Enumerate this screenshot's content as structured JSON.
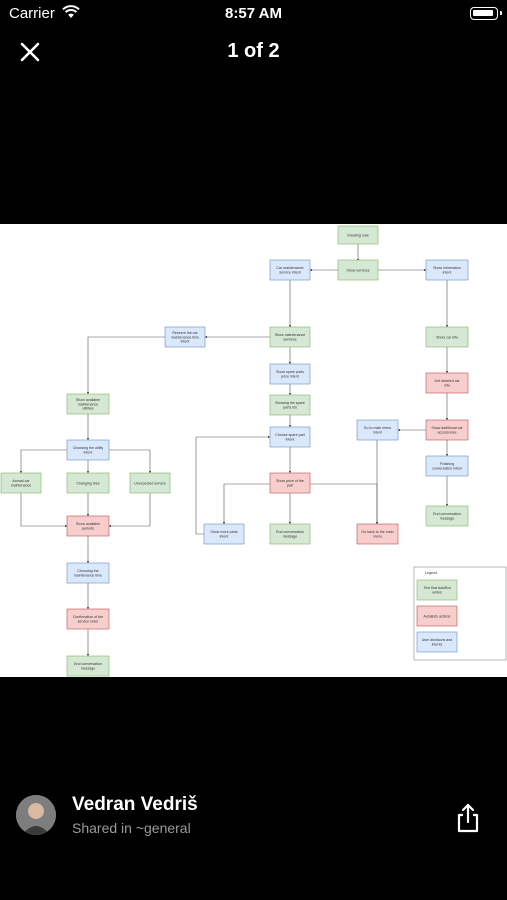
{
  "status": {
    "carrier": "Carrier",
    "time": "8:57 AM"
  },
  "nav": {
    "pager": "1 of 2"
  },
  "diagram": {
    "nodes": [
      {
        "id": "greeting",
        "label": "Greeting note",
        "color": "green"
      },
      {
        "id": "show-services",
        "label": "Show services",
        "color": "green"
      },
      {
        "id": "car-maintenance",
        "label": "Car maintenance service intent",
        "color": "blue"
      },
      {
        "id": "show-information",
        "label": "Show information intent",
        "color": "blue"
      },
      {
        "id": "reserve",
        "label": "Reserve the car maintenance time intent",
        "color": "blue"
      },
      {
        "id": "show-maint-services",
        "label": "Show maintenance services",
        "color": "green"
      },
      {
        "id": "show-car-info",
        "label": "Show car info",
        "color": "green"
      },
      {
        "id": "show-spare",
        "label": "Show spare parts price intent",
        "color": "blue"
      },
      {
        "id": "get-detailed",
        "label": "Get detailed car info",
        "color": "red"
      },
      {
        "id": "show-available-utilities",
        "label": "Show available maintenance utilities",
        "color": "green"
      },
      {
        "id": "showing-spare",
        "label": "Showing the spare parts list",
        "color": "green"
      },
      {
        "id": "go-main-menu",
        "label": "Go to main menu intent",
        "color": "blue"
      },
      {
        "id": "choose-spare",
        "label": "Choose spare part intent",
        "color": "blue"
      },
      {
        "id": "show-additional",
        "label": "Show additional car accessories",
        "color": "red"
      },
      {
        "id": "choosing-utility",
        "label": "Choosing the utility intent",
        "color": "blue"
      },
      {
        "id": "finishing",
        "label": "Finishing conversation intent",
        "color": "blue"
      },
      {
        "id": "annual",
        "label": "Annual car maintenance",
        "color": "green"
      },
      {
        "id": "changing-tires",
        "label": "Changing tires",
        "color": "green"
      },
      {
        "id": "unexpected",
        "label": "Unexpected service",
        "color": "green"
      },
      {
        "id": "show-price",
        "label": "Show price of the part",
        "color": "red"
      },
      {
        "id": "end-conv-right",
        "label": "End conversation message",
        "color": "green"
      },
      {
        "id": "show-periods",
        "label": "Show available periods",
        "color": "red"
      },
      {
        "id": "show-more",
        "label": "Show more parts intent",
        "color": "blue"
      },
      {
        "id": "end-conv-mid",
        "label": "End conversation message",
        "color": "green"
      },
      {
        "id": "go-back",
        "label": "Go back to the main menu",
        "color": "red"
      },
      {
        "id": "choosing-time",
        "label": "Choosing the maintenance time",
        "color": "blue"
      },
      {
        "id": "confirmation",
        "label": "Confirmation of the service order",
        "color": "red"
      },
      {
        "id": "end-conv-left",
        "label": "End conversation message",
        "color": "green"
      }
    ],
    "legend": {
      "title": "Legend",
      "items": [
        {
          "label": "Text that AutoBot writes",
          "color": "green"
        },
        {
          "label": "AutoBots actions",
          "color": "red"
        },
        {
          "label": "User decisions and intents",
          "color": "blue"
        }
      ]
    },
    "colors": {
      "green": {
        "fill": "#d5e8d4",
        "stroke": "#82b366"
      },
      "blue": {
        "fill": "#dae8fc",
        "stroke": "#6c8ebf"
      },
      "red": {
        "fill": "#f8cecc",
        "stroke": "#b85450"
      }
    }
  },
  "footer": {
    "author": "Vedran Vedriš",
    "shared_in": "Shared in ~general"
  }
}
